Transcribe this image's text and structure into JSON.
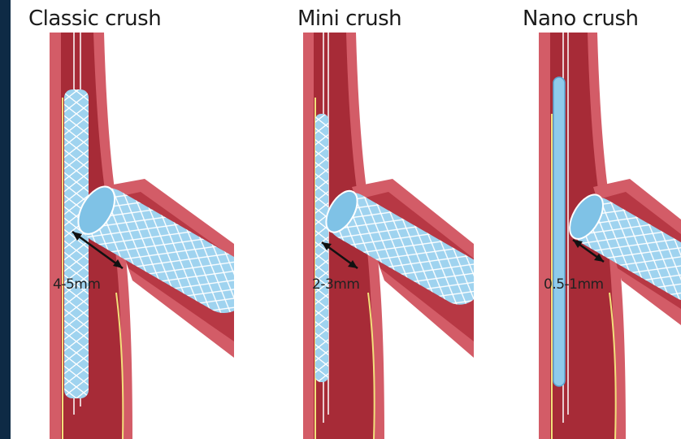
{
  "panels": [
    {
      "title": "Classic crush",
      "measurement": "4-5mm"
    },
    {
      "title": "Mini crush",
      "measurement": "2-3mm"
    },
    {
      "title": "Nano crush",
      "measurement": "0.5-1mm"
    }
  ],
  "colors": {
    "background_border": "#0e2a45",
    "vessel_wall": "#c94b57",
    "vessel_lumen": "#a82a35",
    "stent": "#9fd3ef"
  }
}
